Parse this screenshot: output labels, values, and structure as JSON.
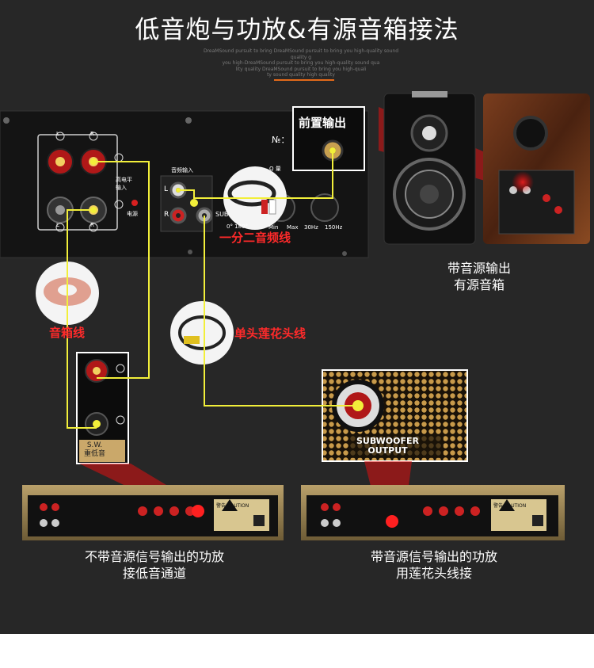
{
  "title": "低音炮与功放&有源音箱接法",
  "tagline": [
    "DreaMSound pursuit to bring DreaMSound pursuit to bring you high-quality sound quality g",
    "you high-DreaMSound pursuit to bring you high-quality sound qua",
    "lity quality DreaMSound pursuit to bring you high-quali",
    "ty sound quality high quality"
  ],
  "panel": {
    "id_mark": "№：",
    "speaker_terminal_input": "高电平\n输入",
    "power_label": "电源",
    "audio_input": "音频输入",
    "input_L": "L",
    "input_R": "R",
    "sub_label": "SUB",
    "phase_label": "0°   180°",
    "min_label": "Min",
    "max_label": "Max",
    "freq_low": "30Hz",
    "freq_high": "150Hz",
    "q_label": "Q 量",
    "terminal_L": "L",
    "terminal_R": "R"
  },
  "labels": {
    "preamp_output": "前置输出",
    "splitter_cable": "一分二音频线",
    "speaker_wire": "音箱线",
    "single_rca_cable": "单头莲花头线",
    "subwoofer_output": "SUBWOOFER\nOUTPUT",
    "sw_tag": "S.W.\n重低音",
    "caution": "警告 CAUTION"
  },
  "captions": {
    "active_speaker": [
      "带音源输出",
      "有源音箱"
    ],
    "amp_no_output": [
      "不带音源信号输出的功放",
      "接低音通道"
    ],
    "amp_with_output": [
      "带音源信号输出的功放",
      "用莲花头线接"
    ]
  },
  "colors": {
    "background": "#272727",
    "accent": "#e36a1a",
    "wire": "#f2ef3a",
    "highlight": "#e01010",
    "label_red": "#ff2a2a"
  }
}
